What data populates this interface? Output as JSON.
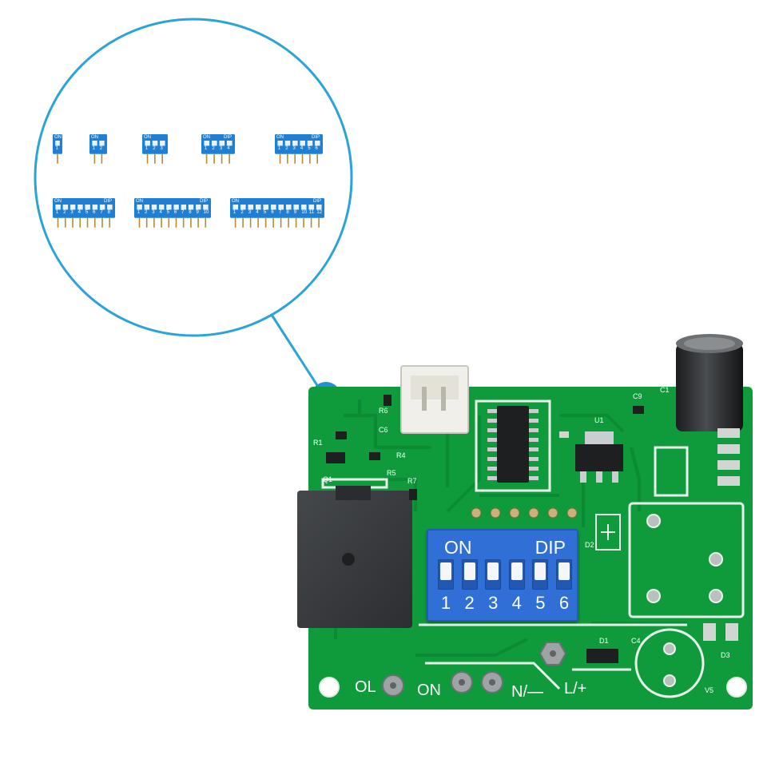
{
  "small_dips": [
    {
      "on": "ON",
      "dip": "",
      "numbers": [
        "1"
      ]
    },
    {
      "on": "ON",
      "dip": "",
      "numbers": [
        "1",
        "2"
      ]
    },
    {
      "on": "ON",
      "dip": "",
      "numbers": [
        "1",
        "2",
        "3"
      ]
    },
    {
      "on": "ON",
      "dip": "DIP",
      "numbers": [
        "1",
        "2",
        "3",
        "4"
      ]
    },
    {
      "on": "ON",
      "dip": "DIP",
      "numbers": [
        "1",
        "2",
        "3",
        "4",
        "5",
        "6"
      ]
    },
    {
      "on": "ON",
      "dip": "DIP",
      "numbers": [
        "1",
        "2",
        "3",
        "4",
        "5",
        "6",
        "7",
        "8"
      ]
    },
    {
      "on": "ON",
      "dip": "DIP",
      "numbers": [
        "1",
        "2",
        "3",
        "4",
        "5",
        "6",
        "7",
        "8",
        "9",
        "10"
      ]
    },
    {
      "on": "ON",
      "dip": "DIP",
      "numbers": [
        "1",
        "2",
        "3",
        "4",
        "5",
        "6",
        "7",
        "8",
        "9",
        "10",
        "11",
        "12"
      ]
    }
  ],
  "big_dip": {
    "on": "ON",
    "dip": "DIP",
    "numbers": [
      "1",
      "2",
      "3",
      "4",
      "5",
      "6"
    ]
  },
  "board_labels": {
    "c9": "C9",
    "c1": "C1",
    "u1": "U1",
    "r6": "R6",
    "c6": "C6",
    "r1": "R1",
    "r4": "R4",
    "r5": "R5",
    "r7": "R7",
    "q1": "Q1",
    "d2": "D2",
    "d1": "D1",
    "c4": "C4",
    "d3": "D3",
    "v5": "V5"
  },
  "terminals": {
    "ol": "OL",
    "on": "ON",
    "n": "N/—",
    "l": "L/+"
  },
  "colors": {
    "pcb": "#0f9b3c",
    "pcb_dark": "#0a7f30",
    "dip_blue": "#2f6fd6",
    "callout": "#2aa3d8",
    "relay": "#3a3d40"
  }
}
